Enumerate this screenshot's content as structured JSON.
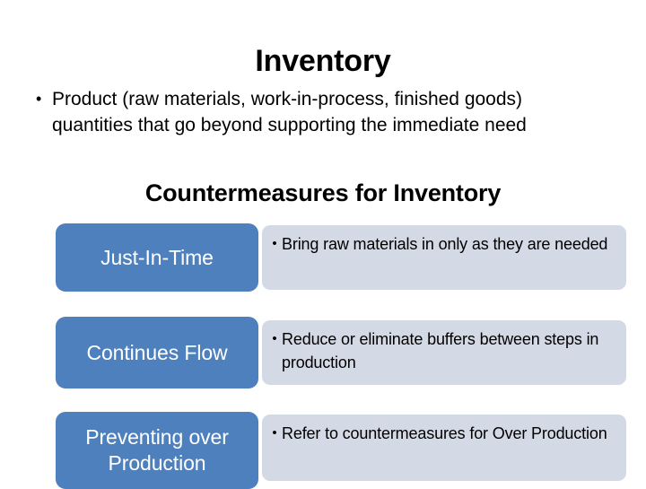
{
  "slide": {
    "title": "Inventory",
    "intro": {
      "bullet_glyph": "•",
      "text": "Product (raw materials, work-in-process, finished goods) quantities that go beyond supporting the immediate need"
    },
    "section_heading": "Countermeasures for Inventory",
    "colors": {
      "label_background": "#4e80bd",
      "label_text": "#ffffff",
      "description_background": "#d4dae5",
      "description_text": "#000000",
      "slide_background": "#ffffff"
    },
    "countermeasures": [
      {
        "label": "Just-In-Time",
        "bullet_glyph": "•",
        "description": "Bring raw materials in only as they are needed"
      },
      {
        "label": "Continues Flow",
        "bullet_glyph": "•",
        "description": "Reduce or eliminate buffers between steps in production"
      },
      {
        "label": "Preventing over Production",
        "bullet_glyph": "•",
        "description": "Refer to countermeasures for Over Production"
      }
    ]
  }
}
